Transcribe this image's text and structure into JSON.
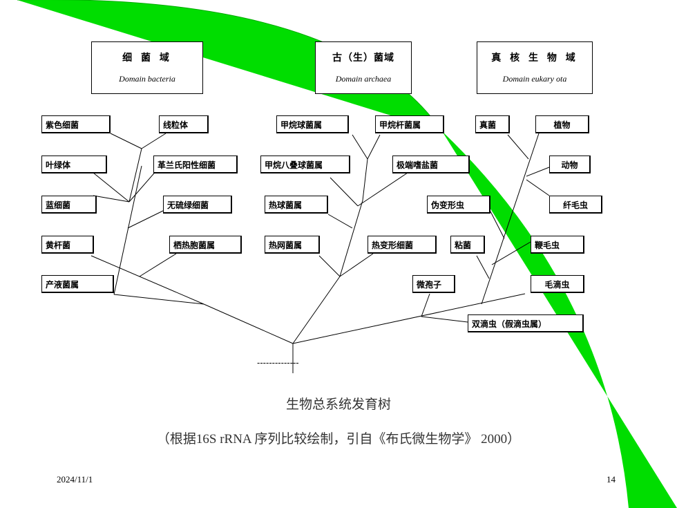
{
  "slide": {
    "domains": [
      {
        "id": "bacteria",
        "title": "细 菌 域",
        "latin": "Domain bacteria"
      },
      {
        "id": "archaea",
        "title": "古（生）菌域",
        "latin": "Domain  archaea"
      },
      {
        "id": "eukarya",
        "title": "真 核 生 物 域",
        "latin": "Domain eukary ota"
      }
    ],
    "taxa": {
      "purple_bacteria": "紫色细菌",
      "mitochondria": "线粒体",
      "chloroplast": "叶绿体",
      "gram_positive": "革兰氏阳性细菌",
      "cyanobacteria": "蓝细菌",
      "green_nonsulfur": "无硫绿细菌",
      "flavobacteria": "黄杆菌",
      "thermotogales": "栖热胞菌属",
      "aquifex": "产液菌属",
      "methanococcus": "甲烷球菌属",
      "methanobacterium": "甲烷杆菌属",
      "methanosarcina": "甲烷八叠球菌属",
      "halophiles": "极端嗜盐菌",
      "thermococcus": "热球菌属",
      "thermoproteus": "热网菌属",
      "thermoproteus2": "热变形细菌",
      "fungi": "真菌",
      "plants": "植物",
      "animals": "动物",
      "entamoebae": "伪变形虫",
      "ciliates": "纤毛虫",
      "slime_molds": "粘菌",
      "flagellates": "鞭毛虫",
      "microsporidia": "微孢子",
      "trichomonads": "毛滴虫",
      "diplomonads": "双滴虫（假滴虫属）"
    },
    "root_label": "--------------",
    "caption": "生物总系统发育树",
    "citation": "（根据16S rRNA 序列比较绘制，引自《布氏微生物学》 2000）",
    "date": "2024/11/1",
    "page_number": "14",
    "colors": {
      "accent_green": "#00dd00",
      "line": "#000000"
    }
  }
}
